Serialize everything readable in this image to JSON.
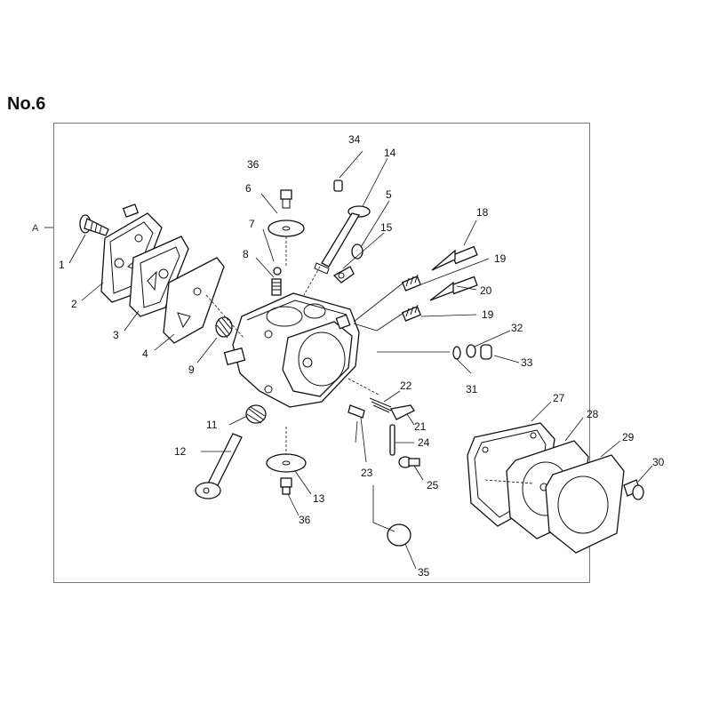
{
  "title": "No.6",
  "frame_marker": "A",
  "callouts": [
    {
      "id": "p1",
      "text": "1"
    },
    {
      "id": "p2",
      "text": "2"
    },
    {
      "id": "p3",
      "text": "3"
    },
    {
      "id": "p4",
      "text": "4"
    },
    {
      "id": "p5",
      "text": "5"
    },
    {
      "id": "p6",
      "text": "6"
    },
    {
      "id": "p7",
      "text": "7"
    },
    {
      "id": "p8",
      "text": "8"
    },
    {
      "id": "p9",
      "text": "9"
    },
    {
      "id": "p11",
      "text": "11"
    },
    {
      "id": "p12",
      "text": "12"
    },
    {
      "id": "p13",
      "text": "13"
    },
    {
      "id": "p14",
      "text": "14"
    },
    {
      "id": "p15",
      "text": "15"
    },
    {
      "id": "p18",
      "text": "18"
    },
    {
      "id": "p19a",
      "text": "19"
    },
    {
      "id": "p19b",
      "text": "19"
    },
    {
      "id": "p20",
      "text": "20"
    },
    {
      "id": "p21",
      "text": "21"
    },
    {
      "id": "p22",
      "text": "22"
    },
    {
      "id": "p23",
      "text": "23"
    },
    {
      "id": "p24",
      "text": "24"
    },
    {
      "id": "p25",
      "text": "25"
    },
    {
      "id": "p27",
      "text": "27"
    },
    {
      "id": "p28",
      "text": "28"
    },
    {
      "id": "p29",
      "text": "29"
    },
    {
      "id": "p30",
      "text": "30"
    },
    {
      "id": "p31",
      "text": "31"
    },
    {
      "id": "p32",
      "text": "32"
    },
    {
      "id": "p33",
      "text": "33"
    },
    {
      "id": "p34",
      "text": "34"
    },
    {
      "id": "p35",
      "text": "35"
    },
    {
      "id": "p36a",
      "text": "36"
    },
    {
      "id": "p36b",
      "text": "36"
    }
  ]
}
